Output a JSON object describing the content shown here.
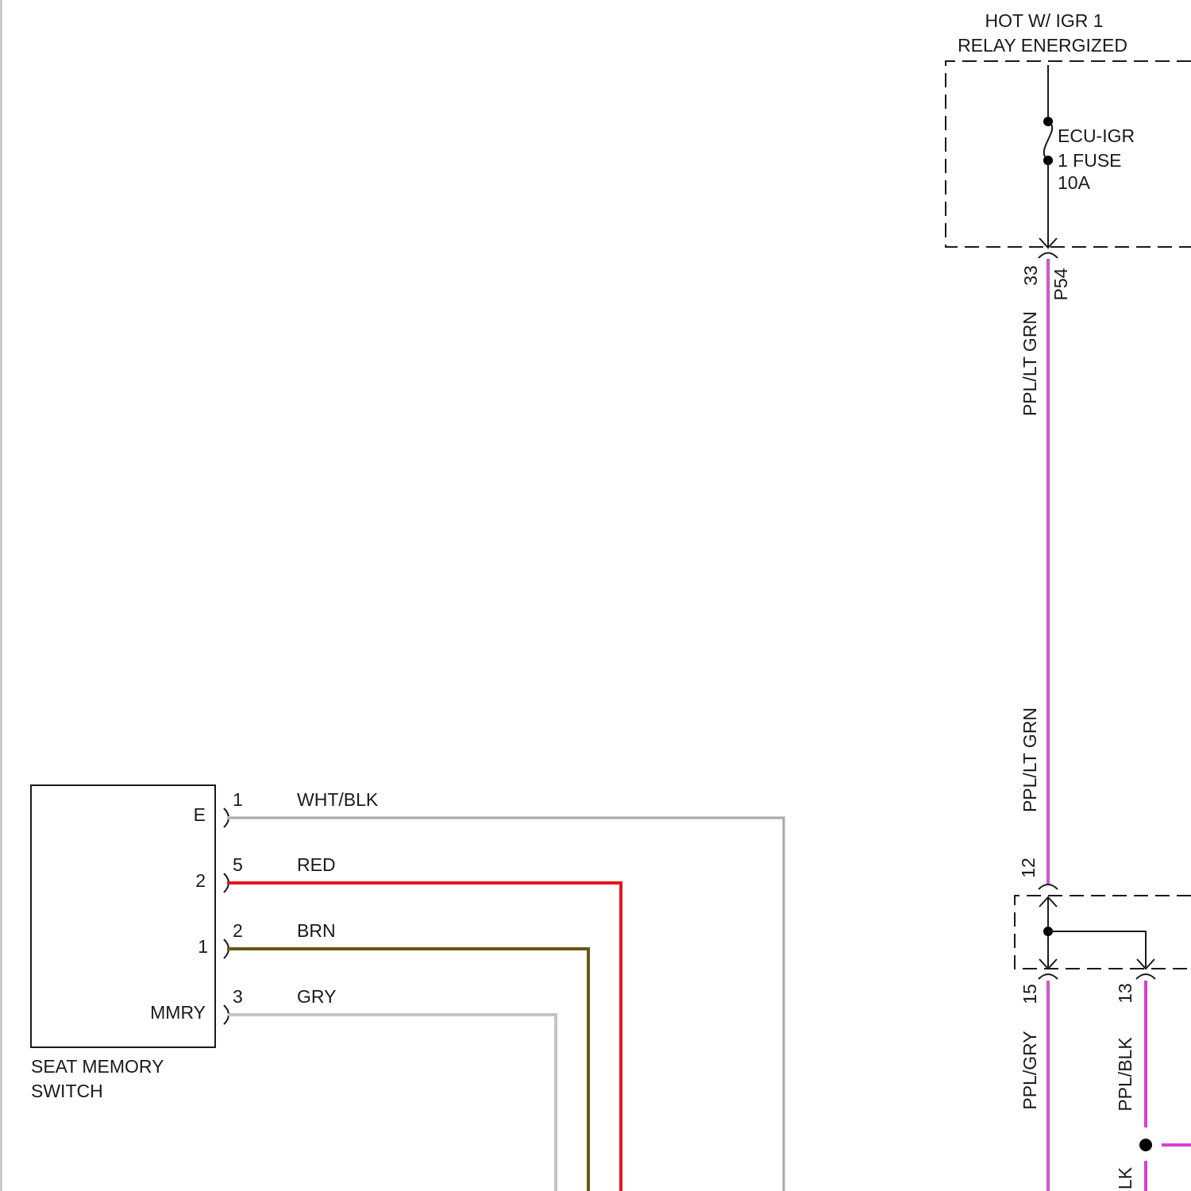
{
  "top_source": {
    "line1": "HOT W/ IGR 1",
    "line2": "RELAY ENERGIZED"
  },
  "fuse": {
    "name": "ECU-IGR",
    "line2": "1 FUSE",
    "rating": "10A"
  },
  "connector_top": {
    "pin": "33",
    "id": "P54"
  },
  "main_wire": {
    "label_upper": "PPL/LT GRN",
    "label_lower": "PPL/LT GRN",
    "color": "#d63fd6"
  },
  "junction": {
    "pin_in": "12",
    "pin_out_left": "15",
    "pin_out_right": "13",
    "wire_left": "PPL/GRY",
    "wire_right": "PPL/BLK",
    "wire_right_cut": "LK"
  },
  "seat_memory_switch": {
    "name_line1": "SEAT MEMORY",
    "name_line2": "SWITCH",
    "terminals": [
      {
        "label": "E",
        "pin": "1",
        "wire": "WHT/BLK",
        "color": "#cccccc"
      },
      {
        "label": "2",
        "pin": "5",
        "wire": "RED",
        "color": "#e3141d"
      },
      {
        "label": "1",
        "pin": "2",
        "wire": "BRN",
        "color": "#6b5611"
      },
      {
        "label": "MMRY",
        "pin": "3",
        "wire": "GRY",
        "color": "#c4c4c4"
      }
    ]
  }
}
